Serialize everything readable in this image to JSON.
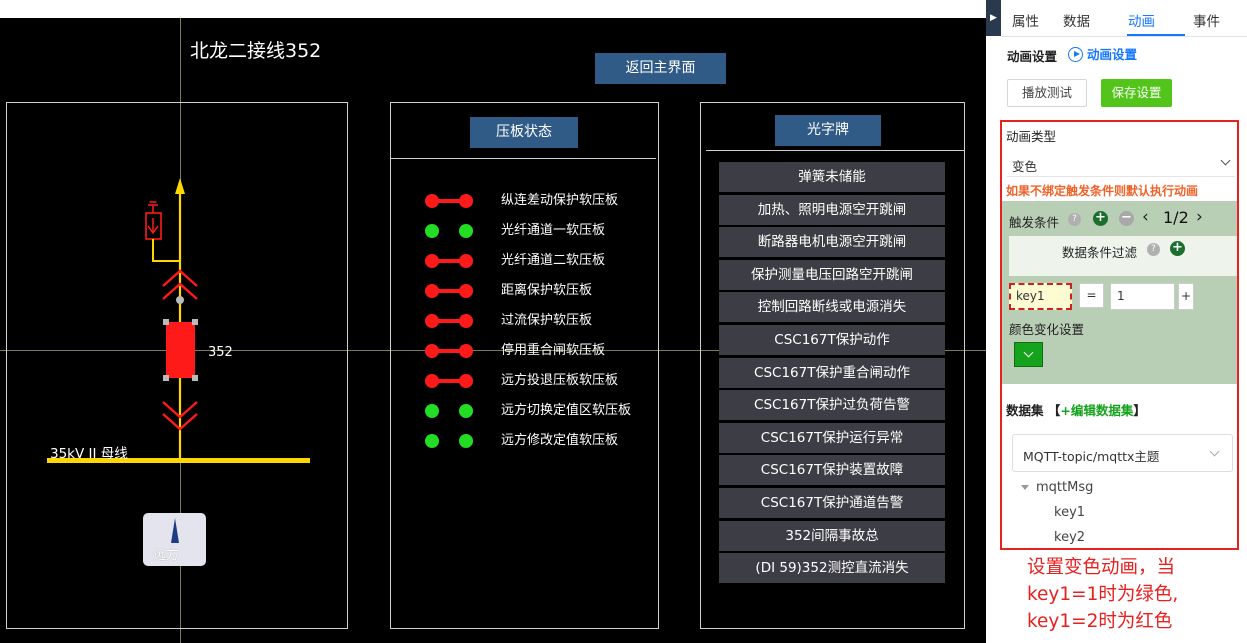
{
  "canvas": {
    "title": "北龙二接线352",
    "home_button": "返回主界面",
    "plates_header": "压板状态",
    "signals_header": "光字牌",
    "bus_label": "35kV II 母线",
    "breaker_label": "352",
    "remote_label": "远方",
    "plates": [
      {
        "label": "纵连差动保护软压板",
        "state": "on"
      },
      {
        "label": "光纤通道一软压板",
        "state": "off"
      },
      {
        "label": "光纤通道二软压板",
        "state": "on"
      },
      {
        "label": "距离保护软压板",
        "state": "on"
      },
      {
        "label": "过流保护软压板",
        "state": "on"
      },
      {
        "label": "停用重合闸软压板",
        "state": "on"
      },
      {
        "label": "远方投退压板软压板",
        "state": "on"
      },
      {
        "label": "远方切换定值区软压板",
        "state": "off"
      },
      {
        "label": "远方修改定值软压板",
        "state": "off"
      }
    ],
    "signals": [
      "弹簧未储能",
      "加热、照明电源空开跳闸",
      "断路器电机电源空开跳闸",
      "保护测量电压回路空开跳闸",
      "控制回路断线或电源消失",
      "CSC167T保护动作",
      "CSC167T保护重合闸动作",
      "CSC167T保护过负荷告警",
      "CSC167T保护运行异常",
      "CSC167T保护装置故障",
      "CSC167T保护通道告警",
      "352间隔事故总",
      "(DI 59)352测控直流消失"
    ],
    "colors": {
      "plate_on": "#ff1a1a",
      "plate_off": "#22dd22",
      "bus": "#ffd700",
      "breaker": "#ff1a1a",
      "header_bg": "#2f5b86"
    }
  },
  "panel": {
    "tabs": [
      {
        "label": "属性",
        "active": false
      },
      {
        "label": "数据",
        "active": false
      },
      {
        "label": "动画",
        "active": true
      },
      {
        "label": "事件",
        "active": false
      }
    ],
    "section_title": "动画设置",
    "sub_link": "动画设置",
    "test_button": "播放测试",
    "save_button": "保存设置",
    "anim_type_label": "动画类型",
    "anim_type_value": "变色",
    "warning": "如果不绑定触发条件则默认执行动画",
    "trigger_label": "触发条件",
    "pager": "1/2",
    "filter_label": "数据条件过滤",
    "key_value": "key1",
    "operator": "=",
    "compare_value": "1",
    "add_btn": "+",
    "color_label": "颜色变化设置",
    "dataset_label": "数据集",
    "dataset_bracket_open": "【",
    "dataset_link": "+编辑数据集",
    "dataset_bracket_close": "】",
    "dataset_value": "MQTT-topic/mqttx主题",
    "tree_root": "mqttMsg",
    "tree_children": [
      "key1",
      "key2"
    ],
    "note_lines": [
      "设置变色动画，当",
      "key1=1时为绿色,",
      "key1=2时为红色"
    ],
    "colors": {
      "accent": "#1677ff",
      "save": "#52c41a",
      "highlight": "#e8211f",
      "trigger_bg": "#b9cfb5",
      "color_swatch": "#15a31b"
    }
  }
}
